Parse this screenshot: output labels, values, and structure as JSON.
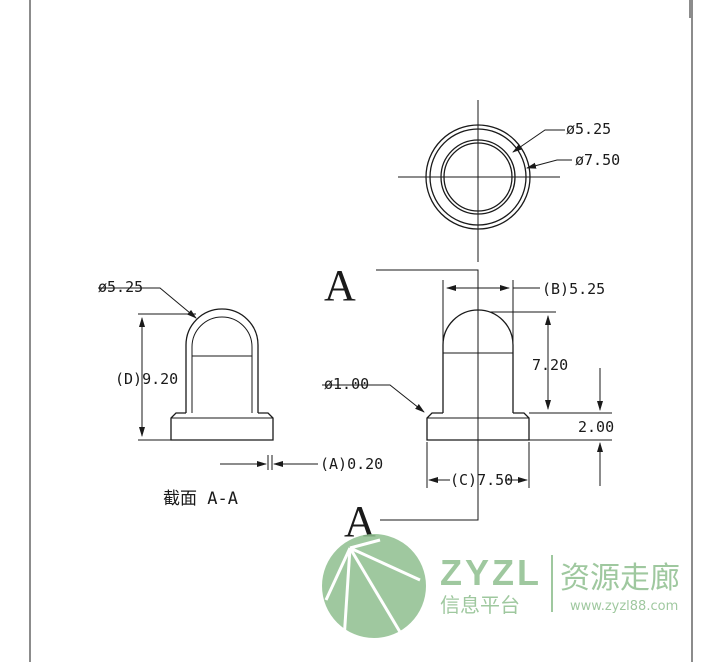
{
  "top_view": {
    "inner_diameter_label": "ø5.25",
    "outer_diameter_label": "ø7.50"
  },
  "section_view": {
    "top_diameter_label": "ø5.25",
    "height_label": "(D)9.20",
    "wall_label": "(A)0.20",
    "caption": "截面 A-A"
  },
  "side_view": {
    "section_mark_top": "A",
    "section_mark_bottom": "A",
    "width_label": "(B)5.25",
    "body_height_label": "7.20",
    "flange_diameter_label": "ø1.00",
    "flange_height_label": "2.00",
    "flange_width_label": "(C)7.50"
  },
  "watermark": {
    "brand_latin": "ZYZL",
    "brand_cjk": "资源走廊",
    "subtitle": "信息平台",
    "url": "www.zyzl88.com"
  },
  "colors": {
    "ink": "#1a1a1a",
    "watermark": "#8fbf8f"
  }
}
